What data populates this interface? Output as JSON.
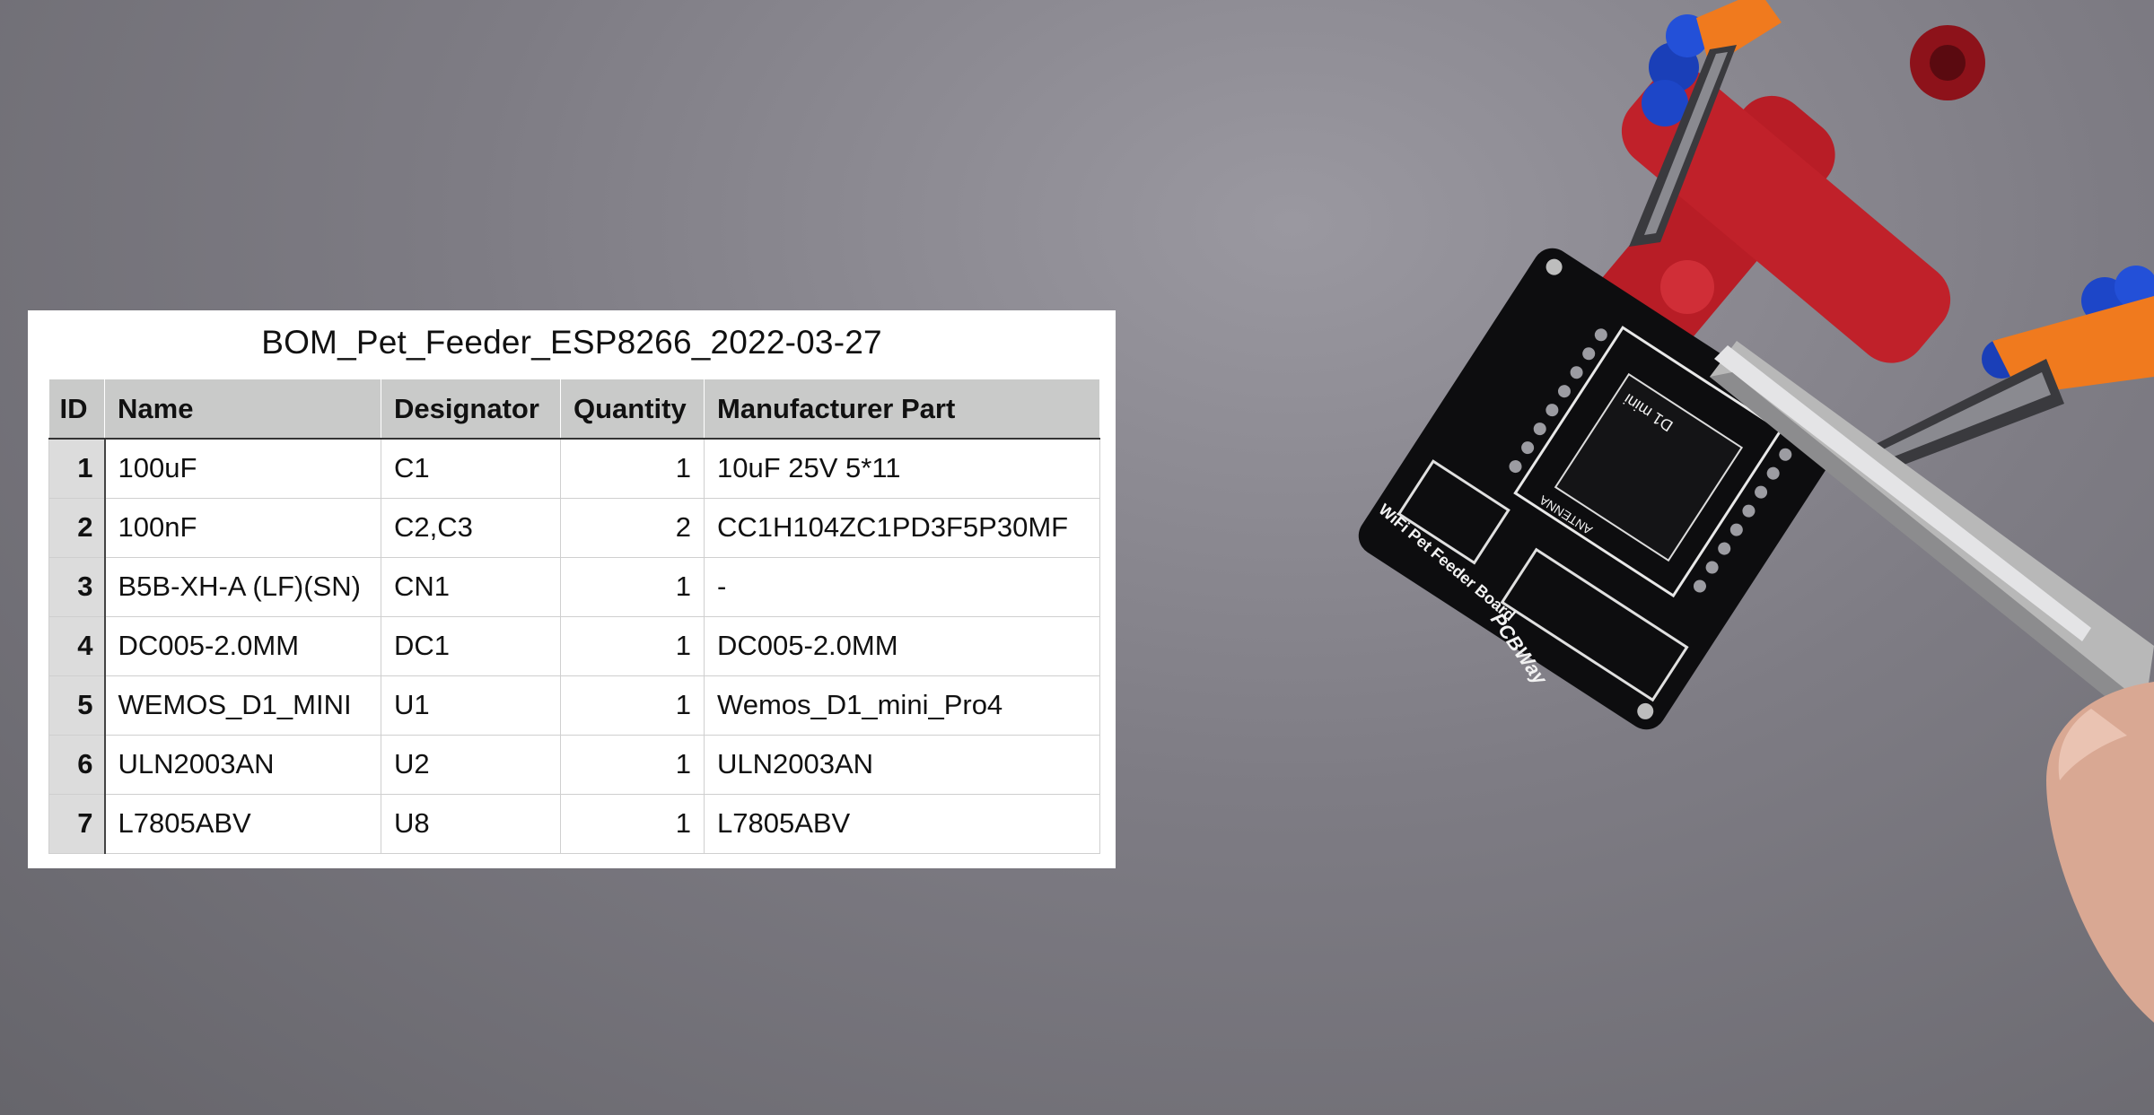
{
  "bom": {
    "title": "BOM_Pet_Feeder_ESP8266_2022-03-27",
    "columns": [
      "ID",
      "Name",
      "Designator",
      "Quantity",
      "Manufacturer Part"
    ],
    "rows": [
      [
        "1",
        "100uF",
        "C1",
        "1",
        "10uF 25V 5*11"
      ],
      [
        "2",
        "100nF",
        "C2,C3",
        "2",
        "CC1H104ZC1PD3F5P30MF"
      ],
      [
        "3",
        "B5B-XH-A (LF)(SN)",
        "CN1",
        "1",
        "-"
      ],
      [
        "4",
        "DC005-2.0MM",
        "DC1",
        "1",
        "DC005-2.0MM"
      ],
      [
        "5",
        "WEMOS_D1_MINI",
        "U1",
        "1",
        "Wemos_D1_mini_Pro4"
      ],
      [
        "6",
        "ULN2003AN",
        "U2",
        "1",
        "ULN2003AN"
      ],
      [
        "7",
        "L7805ABV",
        "U8",
        "1",
        "L7805ABV"
      ]
    ]
  },
  "pcb": {
    "board_label": "WiFi Pet Feeder Board",
    "brand": "PCBWay",
    "module_label": "D1 mini",
    "antenna_label": "ANTENNA"
  },
  "colors": {
    "background": "#7e7c84",
    "pcb": "#0d0d0f",
    "clamp_red": "#c0212a",
    "handle_orange": "#f07a1e",
    "header_gray": "#c9cac9"
  }
}
